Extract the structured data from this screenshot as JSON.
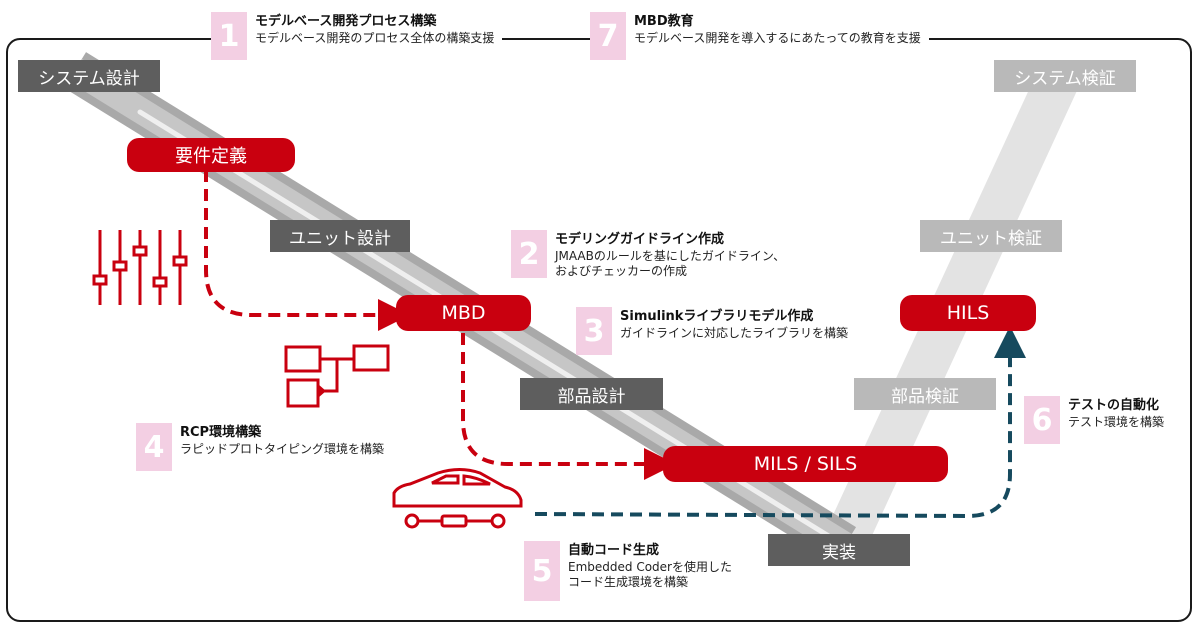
{
  "steps": [
    {
      "num": "1",
      "title": "モデルベース開発プロセス構築",
      "desc": "モデルベース開発のプロセス全体の構築支援"
    },
    {
      "num": "7",
      "title": "MBD教育",
      "desc": "モデルベース開発を導入するにあたっての教育を支援"
    },
    {
      "num": "2",
      "title": "モデリングガイドライン作成",
      "desc": "JMAABのルールを基にしたガイドライン、",
      "desc2": "およびチェッカーの作成"
    },
    {
      "num": "3",
      "title": "Simulinkライブラリモデル作成",
      "desc": "ガイドラインに対応したライブラリを構築"
    },
    {
      "num": "4",
      "title": "RCP環境構築",
      "desc": "ラピッドプロトタイピング環境を構築"
    },
    {
      "num": "6",
      "title": "テストの自動化",
      "desc": "テスト環境を構築"
    },
    {
      "num": "5",
      "title": "自動コード生成",
      "desc": "Embedded Coderを使用した",
      "desc2": "コード生成環境を構築"
    }
  ],
  "phases": {
    "system_design": "システム設計",
    "unit_design": "ユニット設計",
    "part_design": "部品設計",
    "implementation": "実装",
    "system_verification": "システム検証",
    "unit_verification": "ユニット検証",
    "part_verification": "部品検証"
  },
  "nodes": {
    "requirements": "要件定義",
    "mbd": "MBD",
    "mils_sils": "MILS / SILS",
    "hils": "HILS"
  },
  "colors": {
    "accent_red": "#c9000f",
    "arrow_teal": "#164a5e",
    "number_pink": "#f3cfe3",
    "phase_dark": "#5e5e5e",
    "phase_light": "#b9b9b9"
  }
}
